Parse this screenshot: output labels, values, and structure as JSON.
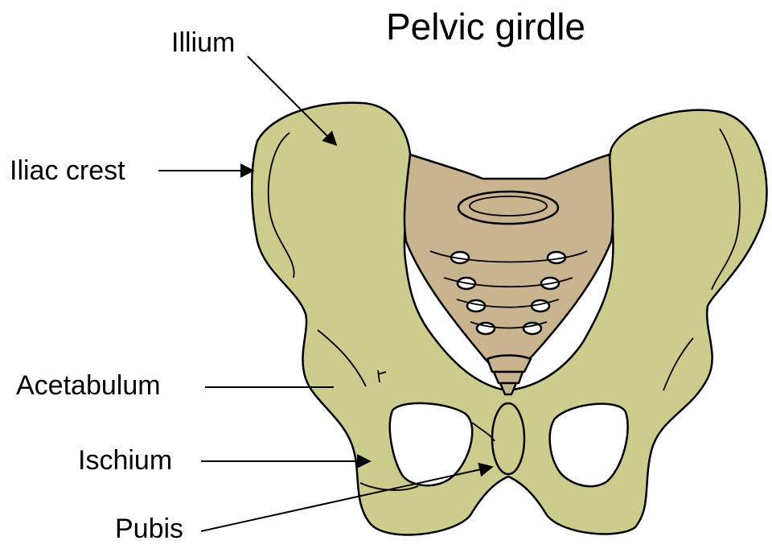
{
  "title": "Pelvic girdle",
  "labels": {
    "ilium": "Illium",
    "iliac_crest": "Iliac crest",
    "acetabulum": "Acetabulum",
    "ischium": "Ischium",
    "pubis": "Pubis"
  },
  "colors": {
    "bone": "#cccc8c",
    "sacrum": "#c8b48e",
    "outline": "#000000",
    "background": "#ffffff"
  }
}
